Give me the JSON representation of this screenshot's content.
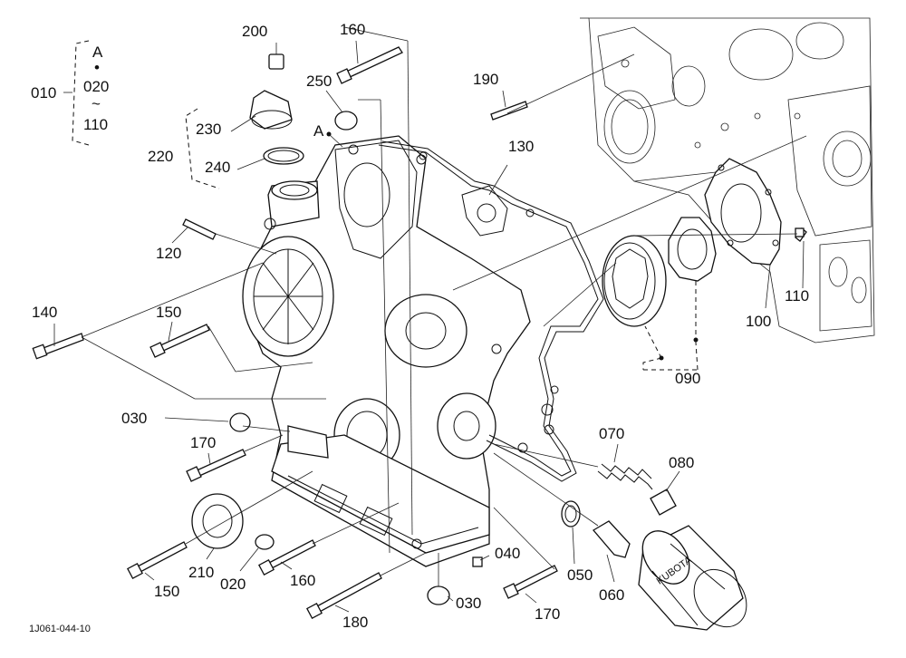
{
  "figure_id": "1J061-044-10",
  "group_label": {
    "main": "010",
    "letter": "A",
    "dot": "•",
    "from": "020",
    "tilde": "~",
    "to": "110"
  },
  "callouts": {
    "p200": "200",
    "p160a": "160",
    "p250": "250",
    "pA": "A",
    "p230": "230",
    "p220": "220",
    "p240": "240",
    "p190": "190",
    "p130": "130",
    "p120": "120",
    "p140": "140",
    "p150a": "150",
    "p110": "110",
    "p100": "100",
    "p090": "090",
    "p030a": "030",
    "p170a": "170",
    "p070": "070",
    "p080": "080",
    "p040": "040",
    "p210": "210",
    "p020": "020",
    "p160b": "160",
    "p050": "050",
    "p060": "060",
    "p150b": "150",
    "p180": "180",
    "p030b": "030",
    "p170b": "170"
  },
  "filter_brand": "KUBOTA"
}
